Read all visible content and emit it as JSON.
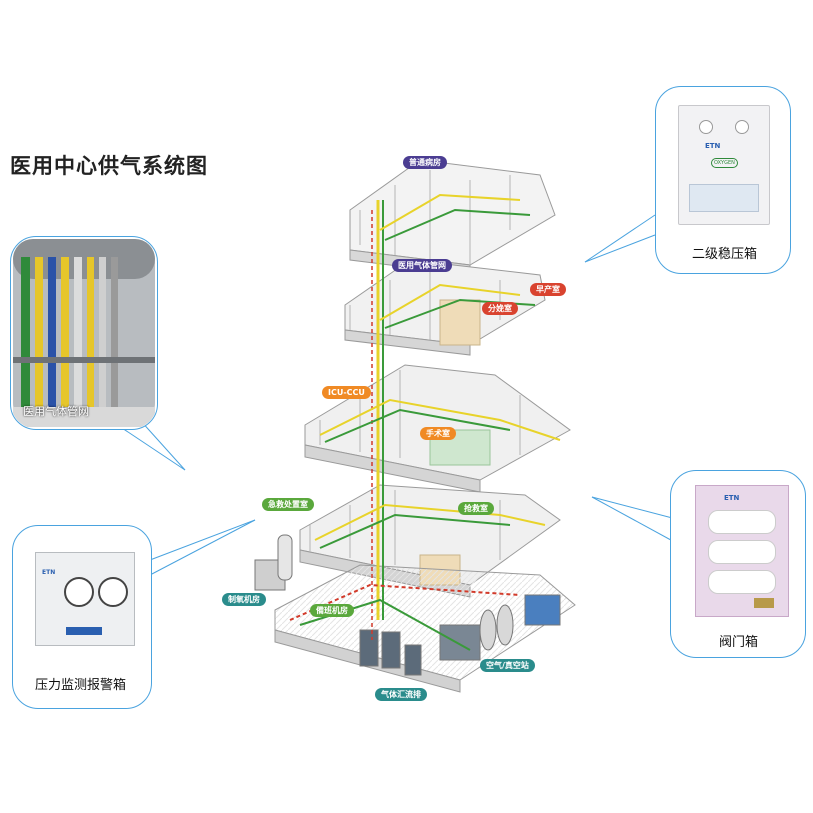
{
  "title": "医用中心供气系统图",
  "callouts": {
    "pipe_network": "医用气体管网",
    "secondary_box": "二级稳压箱",
    "valve_box": "阀门箱",
    "pressure_box": "压力监测报警箱"
  },
  "labels": {
    "ward": "普通病房",
    "pipe_net": "医用气体管网",
    "delivery": "早产室",
    "labor": "分娩室",
    "icu": "ICU-CCU",
    "surgery": "手术室",
    "emergency": "急救处置室",
    "rescue": "抢救室",
    "oxygen_room": "制氧机房",
    "backup_room": "備班机房",
    "air_vacuum": "空气/真空站",
    "manifold": "气体汇流排"
  },
  "product_text": {
    "brand_mark": "ETN",
    "oxygen_badge": "OXYGEN"
  },
  "colors": {
    "callout_border": "#4aa3df",
    "tag_purple": "#4b3d92",
    "tag_red": "#d9432f",
    "tag_orange": "#f08a24",
    "tag_green": "#5aa83c",
    "tag_teal": "#2a8c8c",
    "pipe_yellow": "#e8d32a",
    "pipe_green": "#3a9a3a",
    "pipe_red": "#d23a2a"
  }
}
